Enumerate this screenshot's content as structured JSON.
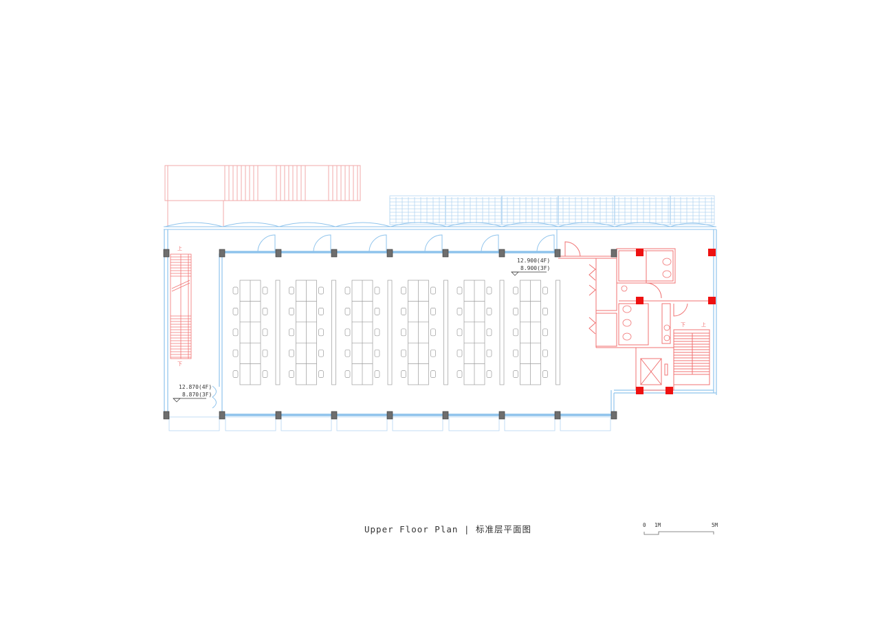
{
  "drawing": {
    "title": "Upper Floor Plan",
    "separator": "|",
    "title_cn": "标准层平面图",
    "caption_full": "Upper Floor Plan | 标准层平面图"
  },
  "scale_bar": {
    "labels": [
      "0",
      "1M",
      "5M"
    ]
  },
  "level_marks": {
    "west": {
      "upper": "12.870(4F)",
      "lower": "8.870(3F)"
    },
    "east": {
      "upper": "12.900(4F)",
      "lower": "8.900(3F)"
    }
  },
  "stair_labels": {
    "west_up": "上",
    "west_down": "下",
    "east_down": "下",
    "east_up": "上"
  },
  "office": {
    "desk_clusters": 6,
    "desks_per_cluster": 5,
    "chairs_per_desk": 2
  },
  "colors": {
    "background": "#ffffff",
    "building_line": "#8ec3ec",
    "core_line": "#f07070",
    "existing_stair_line": "#f2a8a8",
    "core_column": "#ee1111",
    "column": "#6e6e6e",
    "furniture_line": "#9a9a9a",
    "text": "#333333"
  }
}
